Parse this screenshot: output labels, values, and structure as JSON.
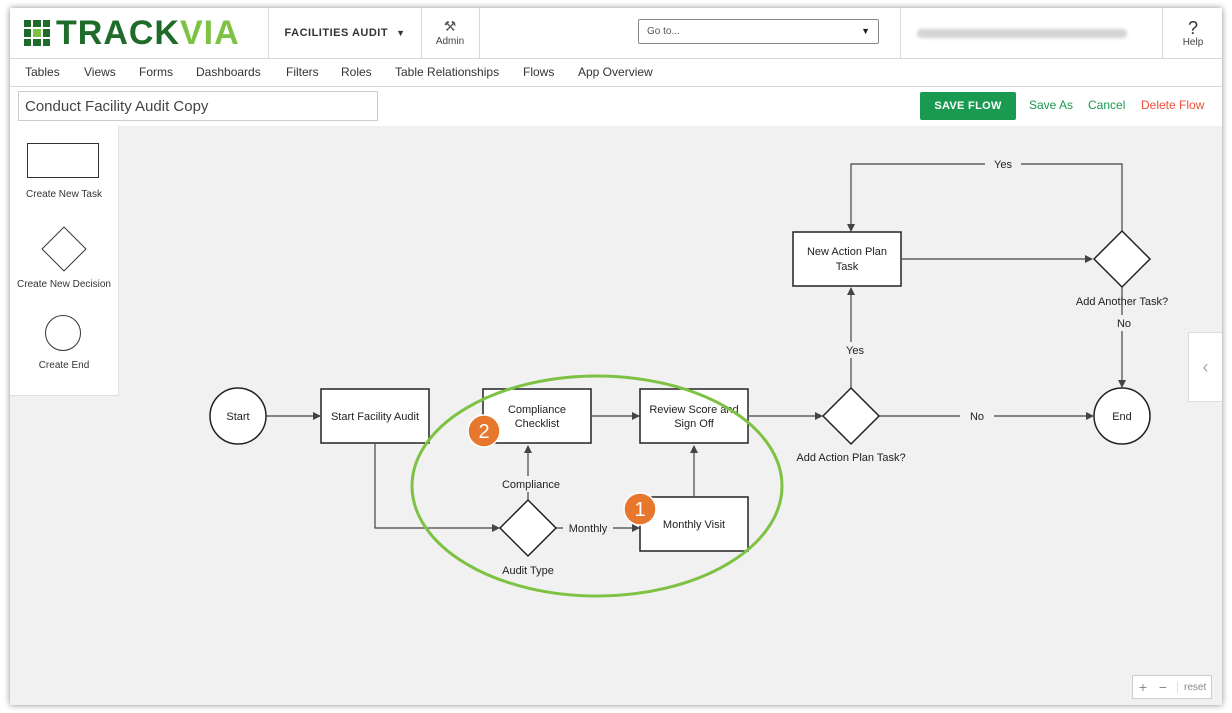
{
  "header": {
    "logo_part1": "TRACK",
    "logo_part2": "VIA",
    "app_name": "FACILITIES AUDIT",
    "admin_label": "Admin",
    "goto_placeholder": "Go to...",
    "help_label": "Help",
    "help_glyph": "?"
  },
  "nav": {
    "items": [
      "Tables",
      "Views",
      "Forms",
      "Dashboards",
      "Filters",
      "Roles",
      "Table Relationships",
      "Flows",
      "App Overview"
    ]
  },
  "toolbar": {
    "flow_name": "Conduct Facility Audit Copy",
    "save_label": "SAVE FLOW",
    "save_as_label": "Save As",
    "cancel_label": "Cancel",
    "delete_label": "Delete Flow"
  },
  "palette": {
    "task_label": "Create New Task",
    "decision_label": "Create New Decision",
    "end_label": "Create End"
  },
  "flow": {
    "start": "Start",
    "start_facility_audit": "Start Facility Audit",
    "compliance_checklist": [
      "Compliance",
      "Checklist"
    ],
    "review_score": [
      "Review Score and",
      "Sign Off"
    ],
    "monthly_visit": "Monthly Visit",
    "audit_type": "Audit Type",
    "compliance_edge": "Compliance",
    "monthly_edge": "Monthly",
    "add_action_plan": "Add Action Plan Task?",
    "new_action_plan": [
      "New Action Plan",
      "Task"
    ],
    "add_another": "Add Another Task?",
    "end": "End",
    "yes_label": "Yes",
    "no_label": "No",
    "badge_1": "1",
    "badge_2": "2"
  },
  "zoom": {
    "plus": "+",
    "minus": "−",
    "reset": "reset"
  },
  "colors": {
    "brand_dark": "#1e6b2a",
    "brand_light": "#7dc242",
    "save_green": "#1a9950",
    "delete_red": "#e8503a",
    "badge_orange": "#e8772e",
    "highlight_ellipse": "#7dc242"
  }
}
